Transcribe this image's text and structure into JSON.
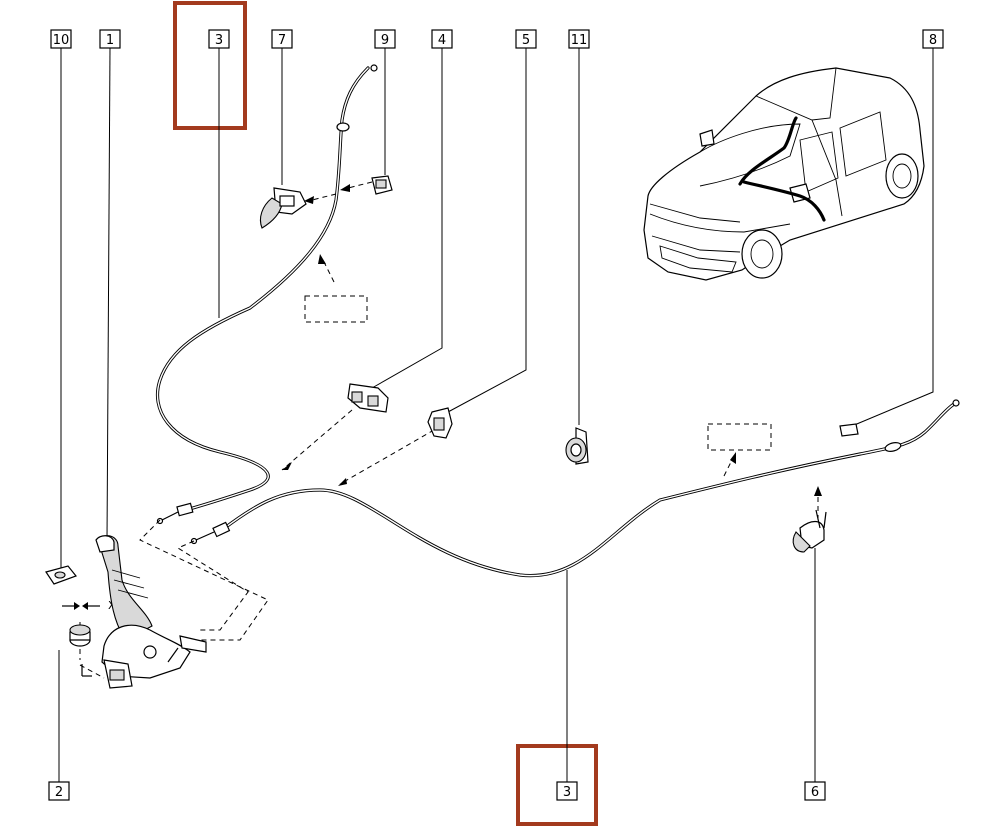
{
  "callouts": {
    "c10": "10",
    "c1": "1",
    "c3_top": "3",
    "c7": "7",
    "c9": "9",
    "c4": "4",
    "c5": "5",
    "c11": "11",
    "c8": "8",
    "c2": "2",
    "c3_bottom": "3",
    "c6": "6"
  },
  "dimension_label": "X",
  "highlight_color": "#a33a1e"
}
